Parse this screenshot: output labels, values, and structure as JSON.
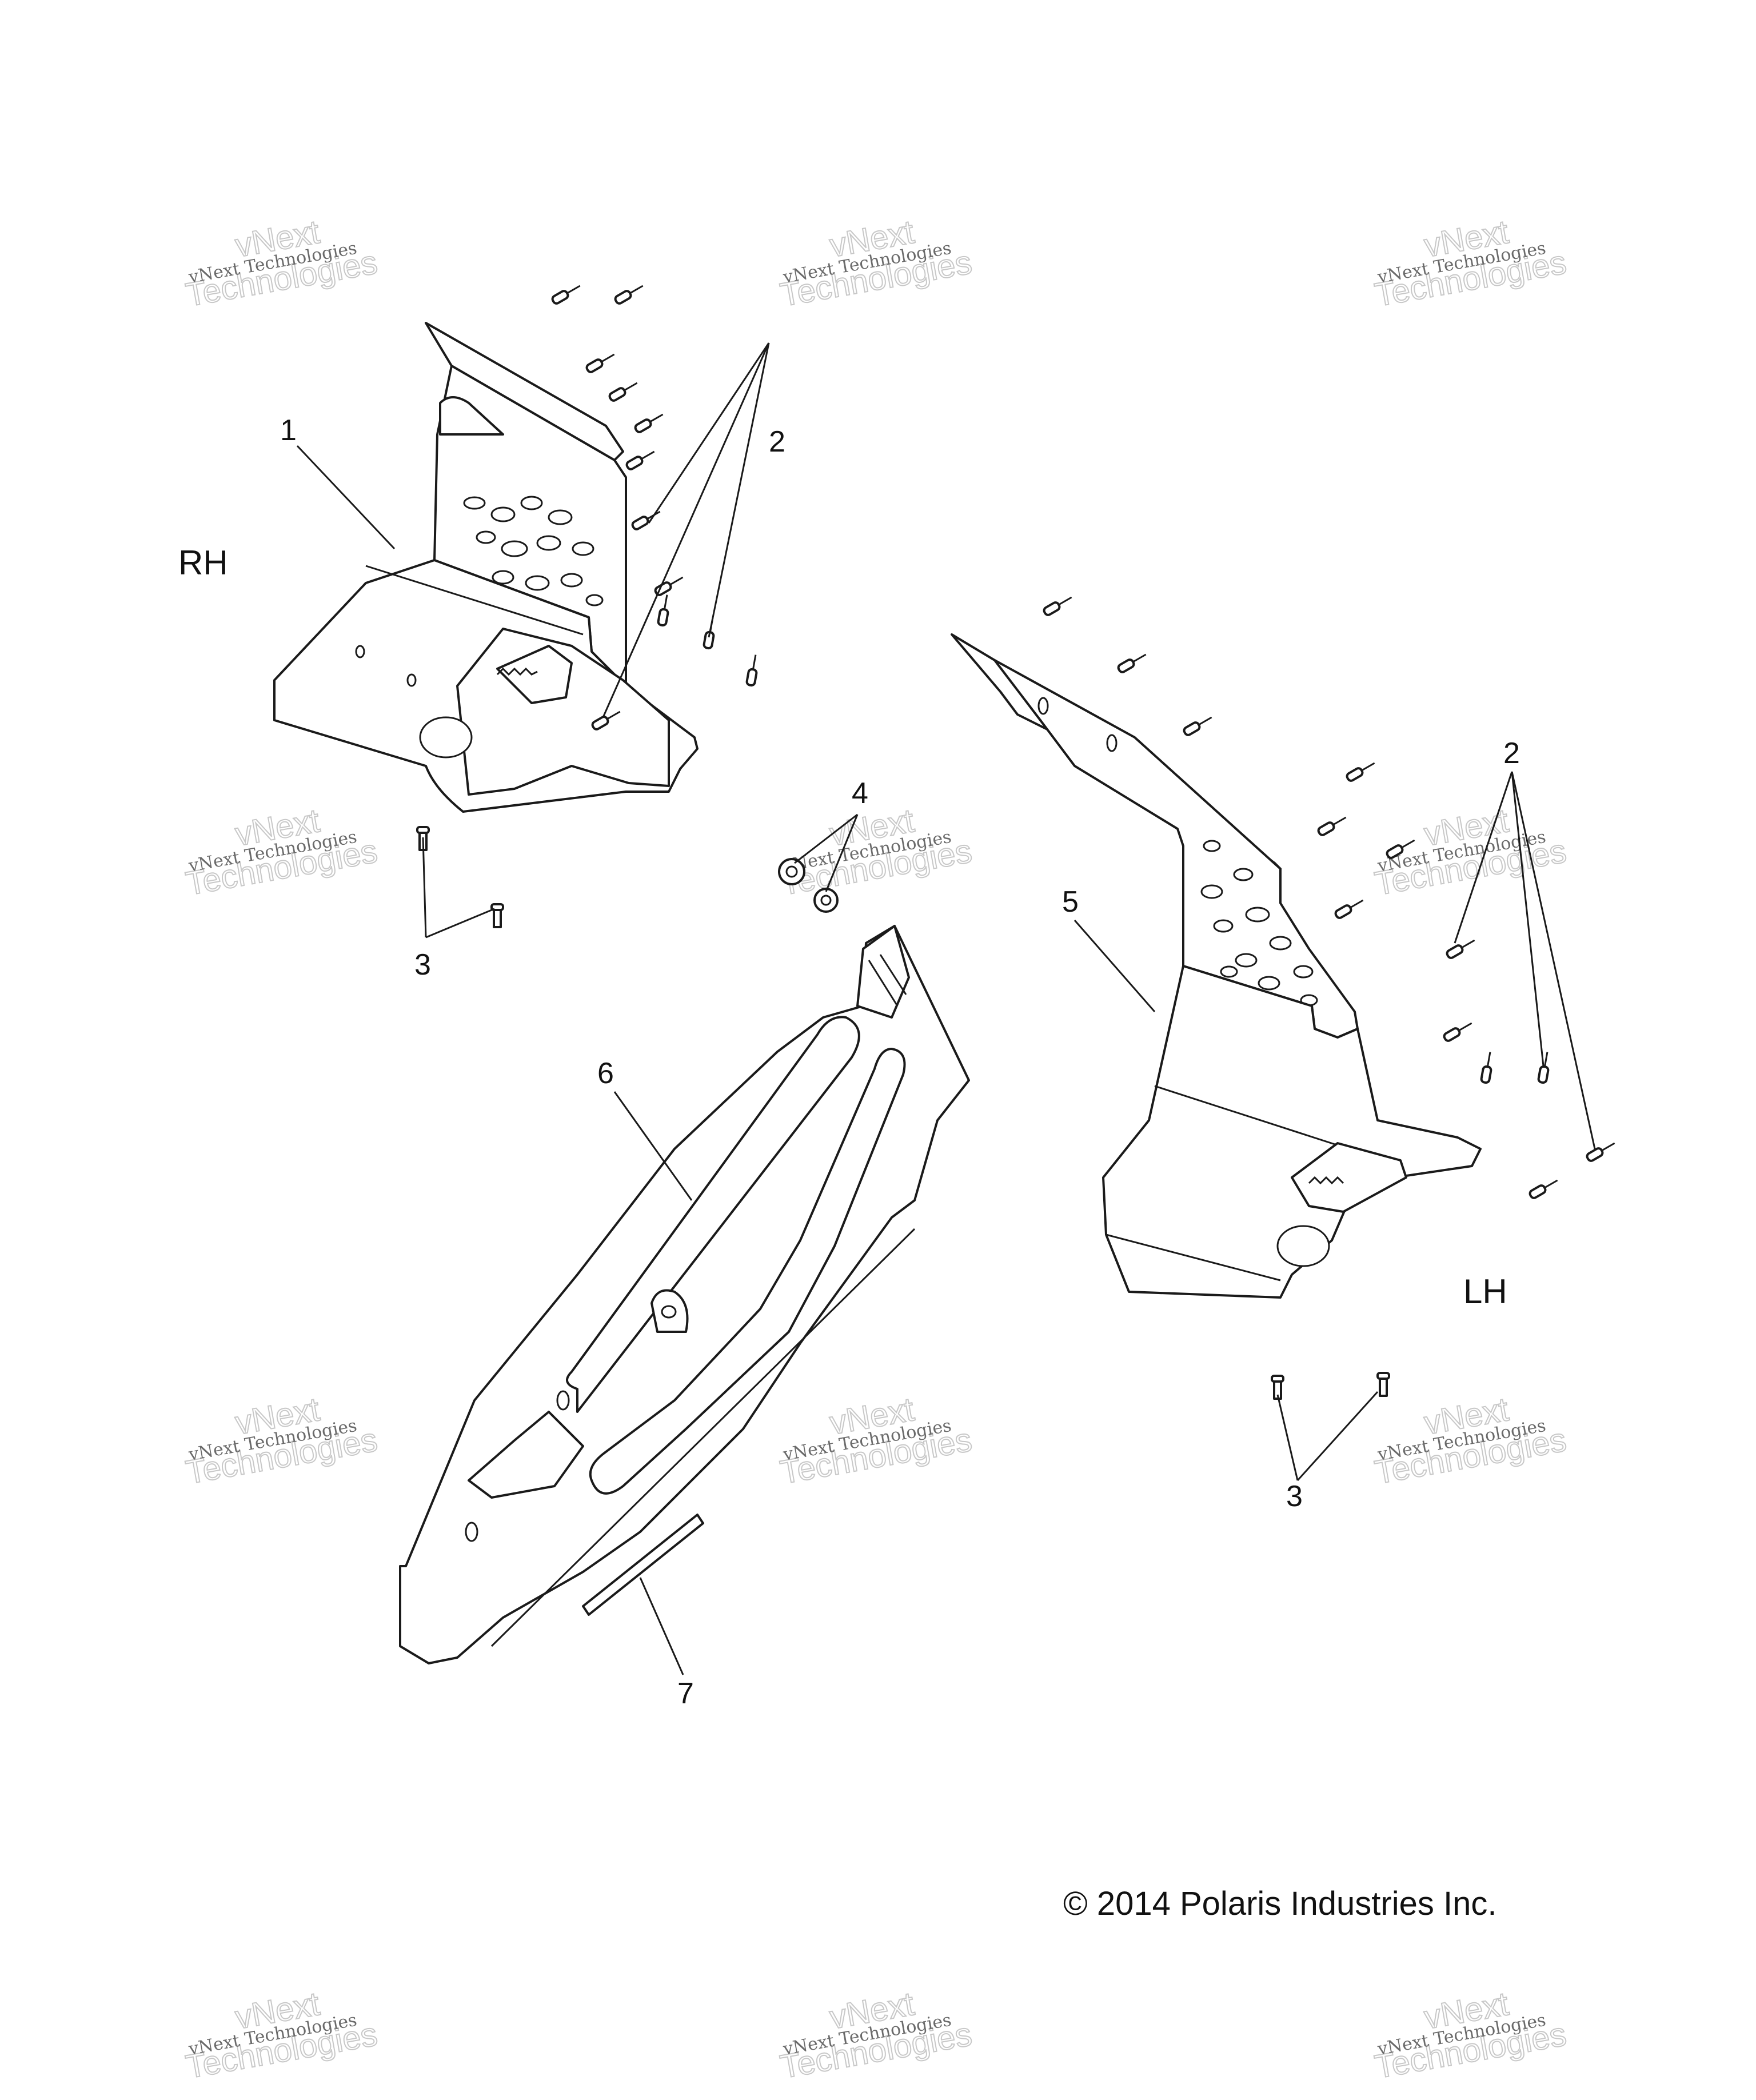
{
  "labels": {
    "rh": "RH",
    "lh": "LH",
    "copyright": "© 2014 Polaris Industries Inc."
  },
  "callouts": [
    "1",
    "2",
    "2",
    "3",
    "3",
    "4",
    "5",
    "6",
    "7"
  ],
  "watermark": {
    "line1": "vNext Technologies",
    "line2": "vNext",
    "line3": "Technologies"
  }
}
